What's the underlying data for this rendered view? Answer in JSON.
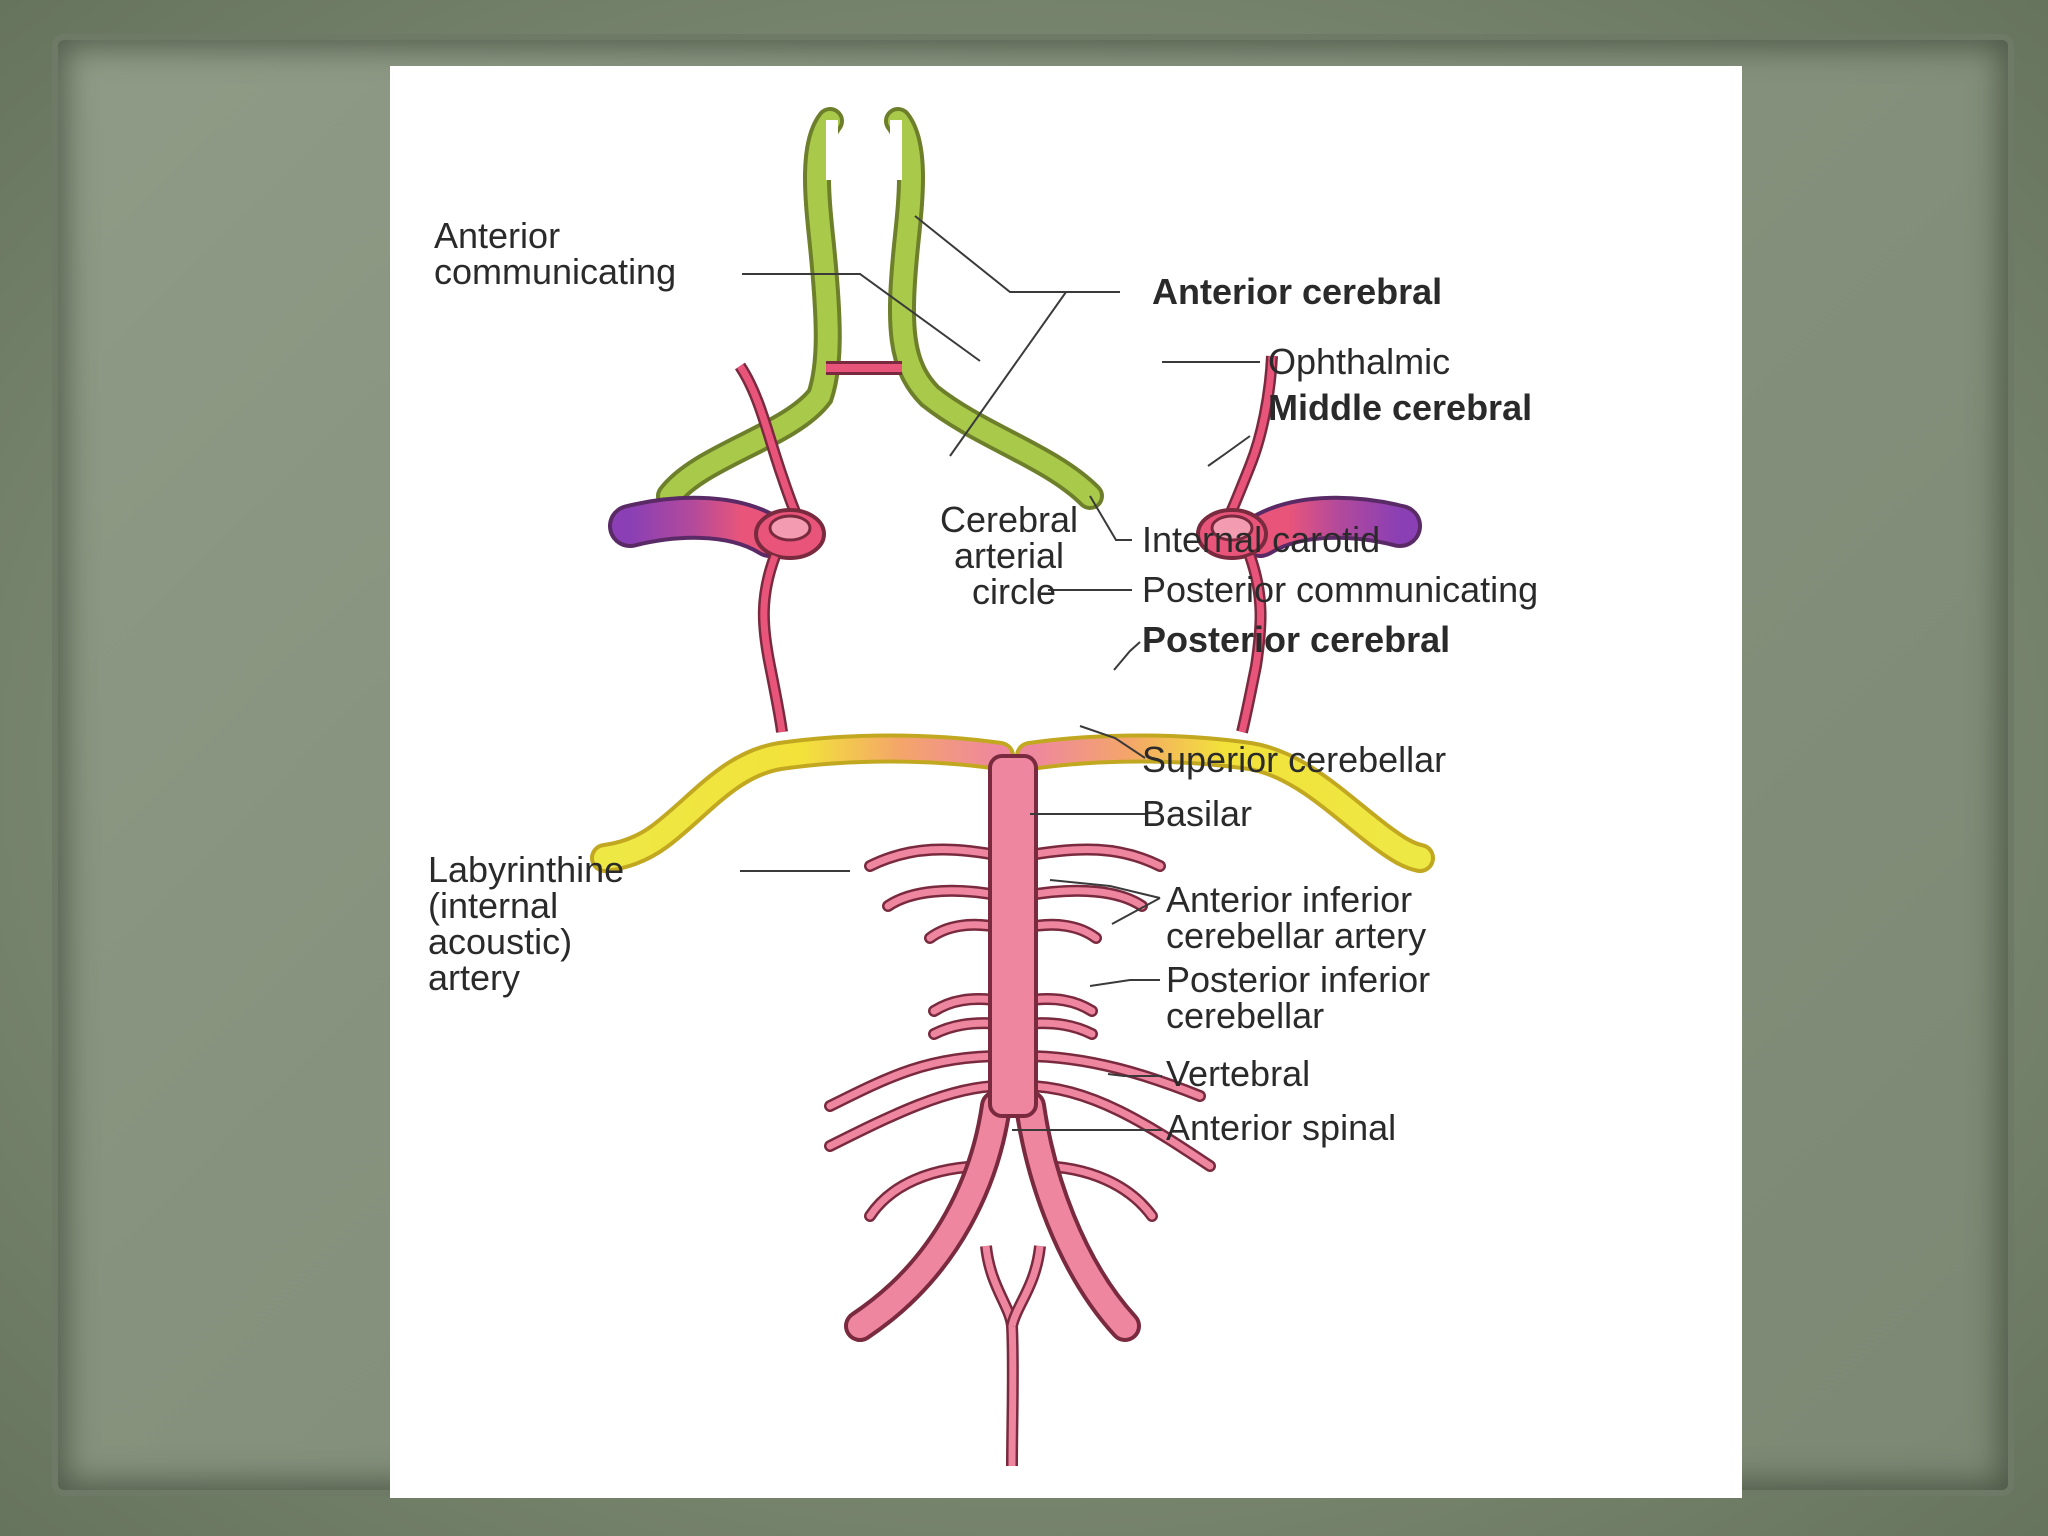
{
  "labels": {
    "anterior_communicating": [
      "Anterior",
      "communicating"
    ],
    "anterior_cerebral": "Anterior cerebral",
    "ophthalmic": "Ophthalmic",
    "middle_cerebral": "Middle cerebral",
    "cerebral_arterial_circle": [
      "Cerebral",
      "arterial",
      "circle"
    ],
    "internal_carotid": "Internal carotid",
    "posterior_communicating": "Posterior communicating",
    "posterior_cerebral": "Posterior cerebral",
    "superior_cerebellar": "Superior cerebellar",
    "basilar": "Basilar",
    "labyrinthine": [
      "Labyrinthine",
      "(internal",
      "acoustic)",
      "artery"
    ],
    "anterior_inferior_cerebellar": [
      "Anterior inferior",
      "cerebellar artery"
    ],
    "posterior_inferior_cerebellar": [
      "Posterior inferior",
      "cerebellar"
    ],
    "vertebral": "Vertebral",
    "anterior_spinal": "Anterior spinal"
  },
  "colors": {
    "anterior_cerebral": "#a9c94a",
    "middle_cerebral": "#8a3fb5",
    "internal_carotid": "#e9557a",
    "posterior_cerebral": "#f2e23a",
    "basilar": "#ee86a0",
    "vessel_outline": "#7a2a3e"
  }
}
